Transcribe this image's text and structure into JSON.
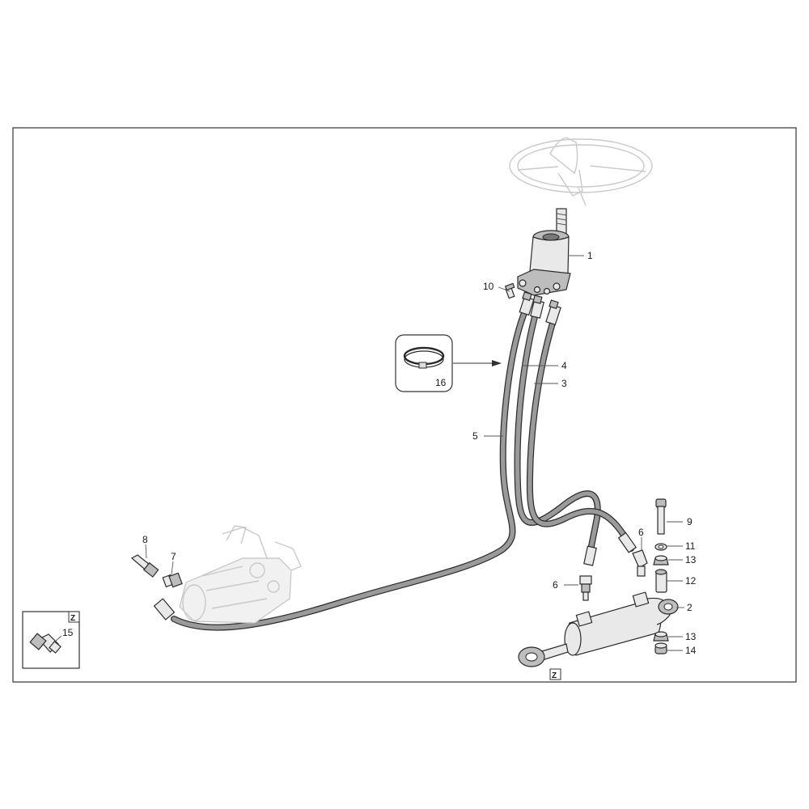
{
  "callouts": [
    {
      "id": "1",
      "text": "1"
    },
    {
      "id": "2",
      "text": "2"
    },
    {
      "id": "3",
      "text": "3"
    },
    {
      "id": "4",
      "text": "4"
    },
    {
      "id": "5",
      "text": "5"
    },
    {
      "id": "6a",
      "text": "6"
    },
    {
      "id": "6b",
      "text": "6"
    },
    {
      "id": "7",
      "text": "7"
    },
    {
      "id": "8",
      "text": "8"
    },
    {
      "id": "9",
      "text": "9"
    },
    {
      "id": "10",
      "text": "10"
    },
    {
      "id": "11",
      "text": "11"
    },
    {
      "id": "12",
      "text": "12"
    },
    {
      "id": "13a",
      "text": "13"
    },
    {
      "id": "13b",
      "text": "13"
    },
    {
      "id": "14",
      "text": "14"
    },
    {
      "id": "15",
      "text": "15"
    },
    {
      "id": "16",
      "text": "16"
    }
  ],
  "detail_marker": "Z"
}
